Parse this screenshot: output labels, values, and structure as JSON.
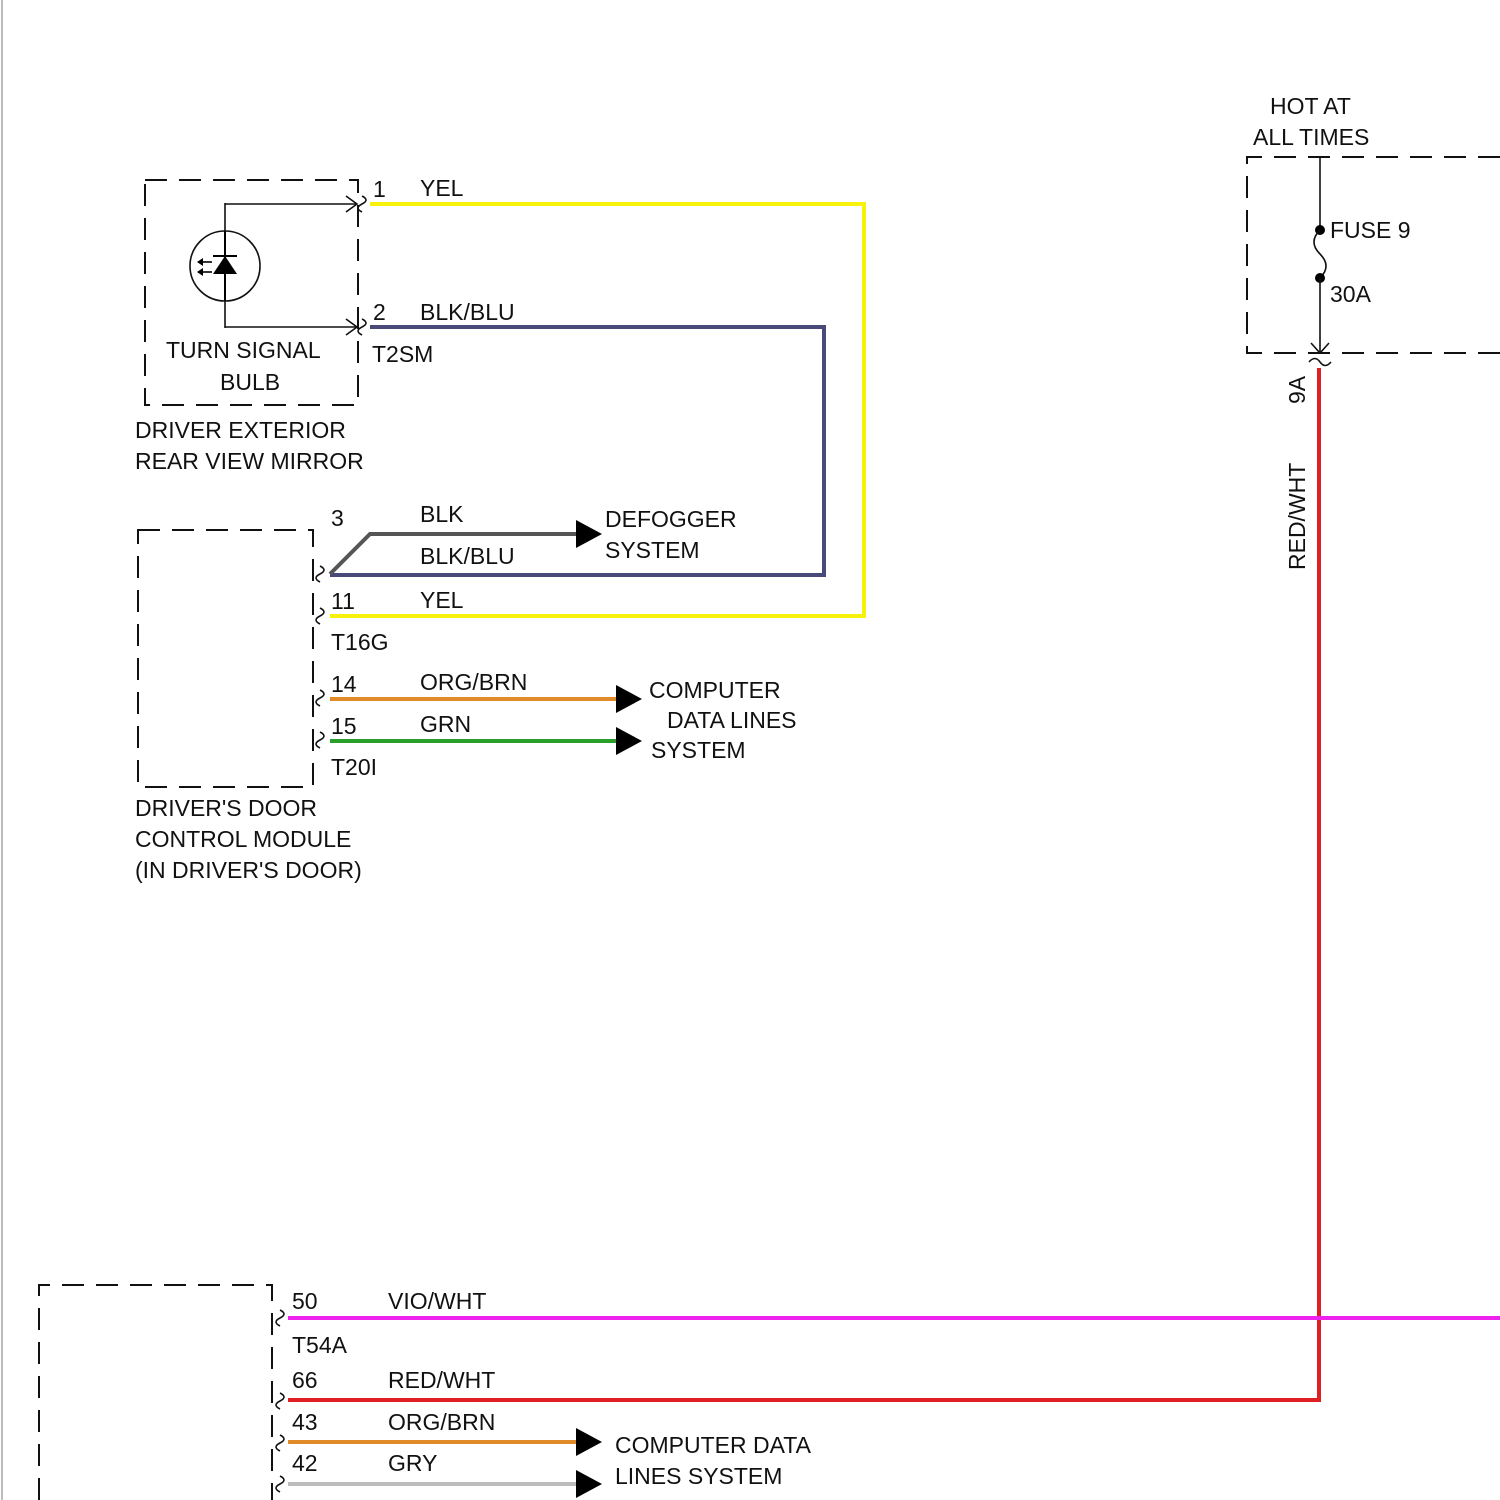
{
  "colors": {
    "yellow": "#f7f20a",
    "blk_blu": "#4a4a7a",
    "blk": "#555555",
    "org_brn": "#e08a2a",
    "grn": "#2aa02a",
    "red_wht": "#e02020",
    "vio_wht": "#ee22ee",
    "gry": "#bdbdbd"
  },
  "mirror": {
    "bulb_label_1": "TURN SIGNAL",
    "bulb_label_2": "BULB",
    "title_1": "DRIVER EXTERIOR",
    "title_2": "REAR VIEW MIRROR",
    "connector": "T2SM",
    "pin1": "1",
    "pin2": "2",
    "wire1": "YEL",
    "wire2": "BLK/BLU"
  },
  "door_module": {
    "title_1": "DRIVER'S DOOR",
    "title_2": "CONTROL MODULE",
    "title_3": "(IN DRIVER'S DOOR)",
    "pin3": "3",
    "pin11": "11",
    "pin14": "14",
    "pin15": "15",
    "connector_a": "T16G",
    "connector_b": "T20I",
    "wire_blk": "BLK",
    "wire_blk_blu": "BLK/BLU",
    "wire_yel": "YEL",
    "wire_org_brn": "ORG/BRN",
    "wire_grn": "GRN"
  },
  "defogger": {
    "line1": "DEFOGGER",
    "line2": "SYSTEM"
  },
  "computer_data_1": {
    "line1": "COMPUTER",
    "line2": "DATA LINES",
    "line3": "SYSTEM"
  },
  "fuse_box": {
    "hot_1": "HOT AT",
    "hot_2": "ALL TIMES",
    "fuse_name": "FUSE 9",
    "fuse_rating": "30A",
    "terminal": "9A",
    "wire": "RED/WHT"
  },
  "bottom_module": {
    "pin50": "50",
    "pin66": "66",
    "pin43": "43",
    "pin42": "42",
    "connector": "T54A",
    "wire_vio_wht": "VIO/WHT",
    "wire_red_wht": "RED/WHT",
    "wire_org_brn": "ORG/BRN",
    "wire_gry": "GRY"
  },
  "computer_data_2": {
    "line1": "COMPUTER DATA",
    "line2": "LINES SYSTEM"
  }
}
